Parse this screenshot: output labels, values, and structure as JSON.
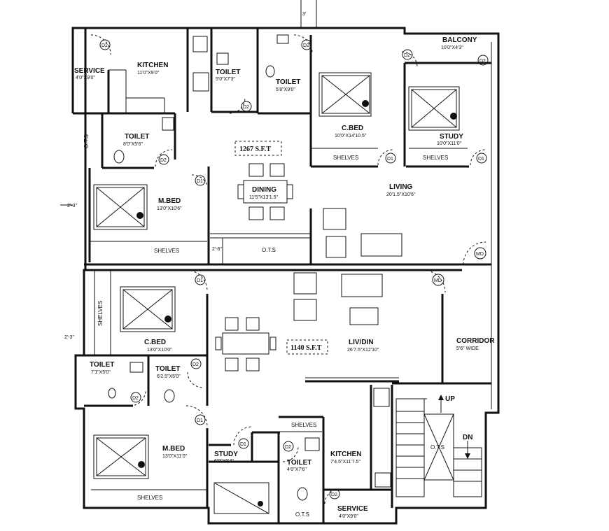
{
  "top_dimension": "3'",
  "left_dimensions": [
    "2'-3\"",
    "2'-3\""
  ],
  "areas": [
    "1267 S.F.T",
    "1140 S.F.T"
  ],
  "rooms": [
    {
      "id": "service-top",
      "name": "SERVICE",
      "size": "4'0\"X9'0\""
    },
    {
      "id": "kitchen-top",
      "name": "KITCHEN",
      "size": "11'0\"X9'0\""
    },
    {
      "id": "toilet-a",
      "name": "TOILET",
      "size": "5'0\"X7'3\""
    },
    {
      "id": "toilet-b",
      "name": "TOILET",
      "size": "5'8\"X9'0\""
    },
    {
      "id": "balcony",
      "name": "BALCONY",
      "size": "10'0\"X4'3\""
    },
    {
      "id": "cbed-top",
      "name": "C.BED",
      "size": "10'0\"X14'10.5\""
    },
    {
      "id": "study-top",
      "name": "STUDY",
      "size": "10'0\"X11'0\""
    },
    {
      "id": "toilet-c",
      "name": "TOILET",
      "size": "8'0\"X5'6\""
    },
    {
      "id": "dining",
      "name": "DINING",
      "size": "11'5\"X13'1.5\""
    },
    {
      "id": "living",
      "name": "LIVING",
      "size": "20'1.5\"X10'6\""
    },
    {
      "id": "mbed-top",
      "name": "M.BED",
      "size": "13'0\"X10'6\""
    },
    {
      "id": "cbed-bottom",
      "name": "C.BED",
      "size": "13'0\"X10'0\""
    },
    {
      "id": "livdin",
      "name": "LIV/DIN",
      "size": "26'7.5\"X12'10\""
    },
    {
      "id": "corridor",
      "name": "CORRIDOR",
      "size": "5'6\"  WIDE"
    },
    {
      "id": "toilet-d",
      "name": "TOILET",
      "size": "7'1\"X5'0\""
    },
    {
      "id": "toilet-e",
      "name": "TOILET",
      "size": "6'2.5\"X5'0\""
    },
    {
      "id": "mbed-bottom",
      "name": "M.BED",
      "size": "13'0\"X11'0\""
    },
    {
      "id": "study-bottom",
      "name": "STUDY",
      "size": "6'9\"X9'4\""
    },
    {
      "id": "toilet-f",
      "name": "TOILET",
      "size": "4'0\"X7'6\""
    },
    {
      "id": "kitchen-bottom",
      "name": "KITCHEN",
      "size": "7'4.5\"X11'7.5\""
    },
    {
      "id": "service-bottom",
      "name": "SERVICE",
      "size": "4'0\"X9'0\""
    }
  ],
  "shelves_label": "SHELVES",
  "ots_label": "O.T.S",
  "stair_up": "UP",
  "stair_dn": "DN",
  "ots_gap_dim": "2'-6\"",
  "door_tags": {
    "d1": "D1",
    "d2": "D2",
    "md": "MD"
  }
}
